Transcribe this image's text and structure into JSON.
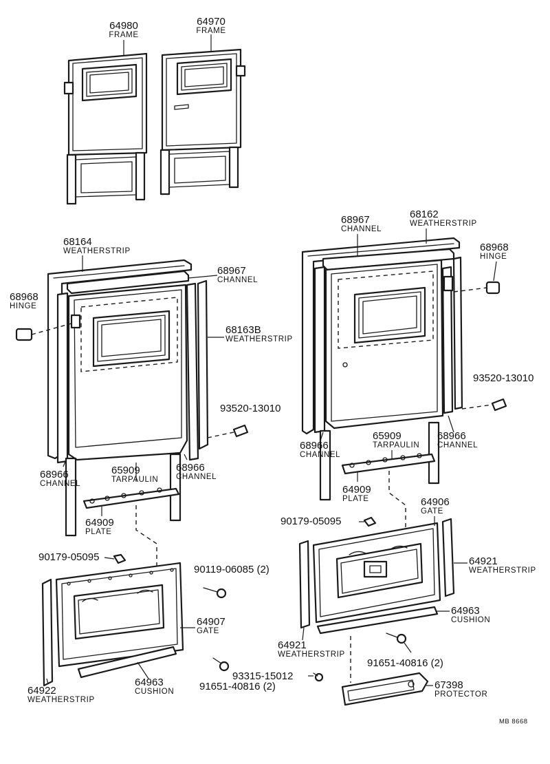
{
  "parts": {
    "p64980_frame": {
      "number": "64980",
      "name": "FRAME"
    },
    "p64970_frame": {
      "number": "64970",
      "name": "FRAME"
    },
    "p68164_weatherstrip": {
      "number": "68164",
      "name": "WEATHERSTRIP"
    },
    "p68967_channel_left": {
      "number": "68967",
      "name": "CHANNEL"
    },
    "p68968_hinge_left": {
      "number": "68968",
      "name": "HINGE"
    },
    "p68163b_weatherstrip": {
      "number": "68163B",
      "name": "WEATHERSTRIP"
    },
    "p93520_left": {
      "number": "93520-13010"
    },
    "p68966_channel_left_outer": {
      "number": "68966",
      "name": "CHANNEL"
    },
    "p65909_tarpaulin_left": {
      "number": "65909",
      "name": "TARPAULIN"
    },
    "p68966_channel_left_inner": {
      "number": "68966",
      "name": "CHANNEL"
    },
    "p64909_plate_left": {
      "number": "64909",
      "name": "PLATE"
    },
    "p90179_left": {
      "number": "90179-05095"
    },
    "p90119": {
      "number": "90119-06085 (2)"
    },
    "p64907_gate": {
      "number": "64907",
      "name": "GATE"
    },
    "p64922_weatherstrip": {
      "number": "64922",
      "name": "WEATHERSTRIP"
    },
    "p64963_cushion_left": {
      "number": "64963",
      "name": "CUSHION"
    },
    "p91651_left": {
      "number": "91651-40816 (2)"
    },
    "p93315": {
      "number": "93315-15012"
    },
    "p68967_channel_right": {
      "number": "68967",
      "name": "CHANNEL"
    },
    "p68162_weatherstrip": {
      "number": "68162",
      "name": "WEATHERSTRIP"
    },
    "p68968_hinge_right": {
      "number": "68968",
      "name": "HINGE"
    },
    "p93520_right": {
      "number": "93520-13010"
    },
    "p68966_channel_right_left": {
      "number": "68966",
      "name": "CHANNEL"
    },
    "p65909_tarpaulin_right": {
      "number": "65909",
      "name": "TARPAULIN"
    },
    "p68966_channel_right_right": {
      "number": "68966",
      "name": "CHANNEL"
    },
    "p64909_plate_right": {
      "number": "64909",
      "name": "PLATE"
    },
    "p64906_gate": {
      "number": "64906",
      "name": "GATE"
    },
    "p90179_right": {
      "number": "90179-05095"
    },
    "p64921_weatherstrip_right": {
      "number": "64921",
      "name": "WEATHERSTRIP"
    },
    "p64921_weatherstrip_left": {
      "number": "64921",
      "name": "WEATHERSTRIP"
    },
    "p64963_cushion_right": {
      "number": "64963",
      "name": "CUSHION"
    },
    "p91651_right": {
      "number": "91651-40816 (2)"
    },
    "p67398_protector": {
      "number": "67398",
      "name": "PROTECTOR"
    }
  },
  "footer": {
    "code": "MB 8668"
  }
}
